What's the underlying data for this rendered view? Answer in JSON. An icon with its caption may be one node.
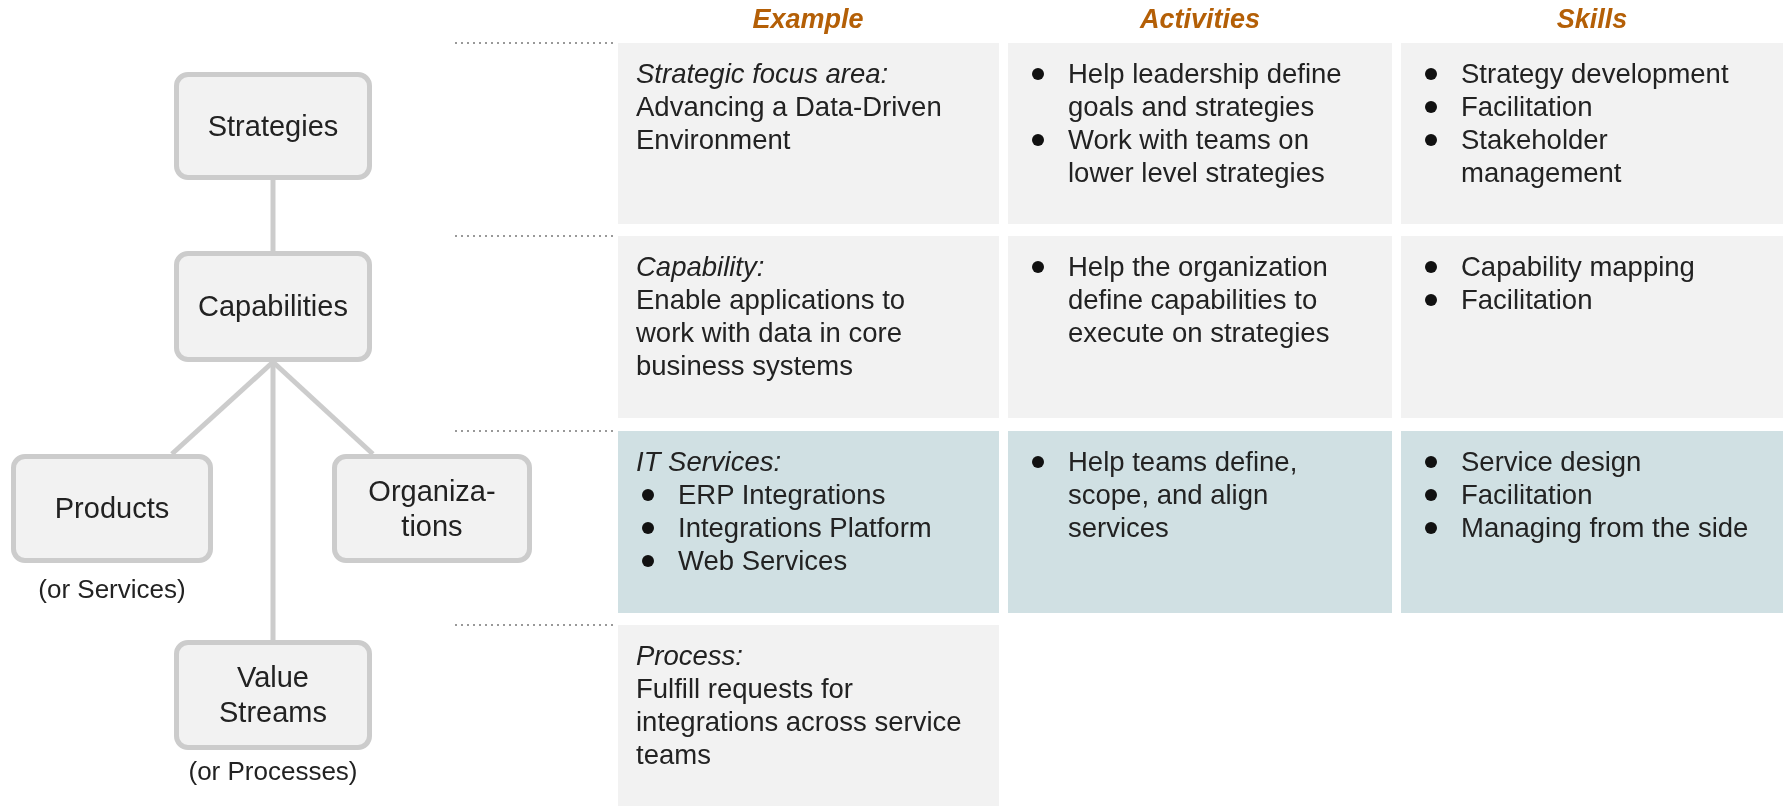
{
  "diagram": {
    "nodes": [
      {
        "text": [
          "Strategies"
        ]
      },
      {
        "text": [
          "Capabilities"
        ]
      },
      {
        "text": [
          "Products"
        ],
        "beside": [
          "(or Services)"
        ]
      },
      {
        "text": [
          "Organiza- tions"
        ]
      },
      {
        "text": [
          "Value Streams"
        ],
        "beside": [
          "(or Processes)"
        ]
      },
      {
        "text": [
          "Strategic focus area:",
          "Advancing a Data-Driven Environment"
        ]
      },
      {
        "text": [
          "Help leadership define goals and strategies",
          "Work with teams on lower level strategies"
        ]
      },
      {
        "text": [
          "Strategy development",
          "Facilitation",
          "Stakeholder management"
        ]
      },
      {
        "text": [
          "Capability:",
          "Enable applications to work with data in core business systems"
        ]
      },
      {
        "text": [
          "Help the organization define capabilities to execute on strategies"
        ]
      },
      {
        "text": [
          "Capability mapping",
          "Facilitation"
        ]
      },
      {
        "text": [
          "IT Services:",
          "ERP Integrations",
          "Integrations Platform",
          "Web Services"
        ]
      },
      {
        "text": [
          "Help teams define, scope, and align services"
        ]
      },
      {
        "text": [
          "Service design",
          "Facilitation",
          "Managing from the side"
        ]
      },
      {
        "text": [
          "Process:",
          "Fulfill requests for integrations across service teams"
        ]
      }
    ],
    "edges": [
      {
        "from": 0,
        "to": 1,
        "arrow": "none"
      },
      {
        "from": 1,
        "to": 2,
        "arrow": "none"
      },
      {
        "from": 1,
        "to": 3,
        "arrow": "none"
      },
      {
        "from": 1,
        "to": 4,
        "arrow": "none"
      }
    ],
    "labels": [
      "Example",
      "Activities",
      "Skills"
    ]
  }
}
